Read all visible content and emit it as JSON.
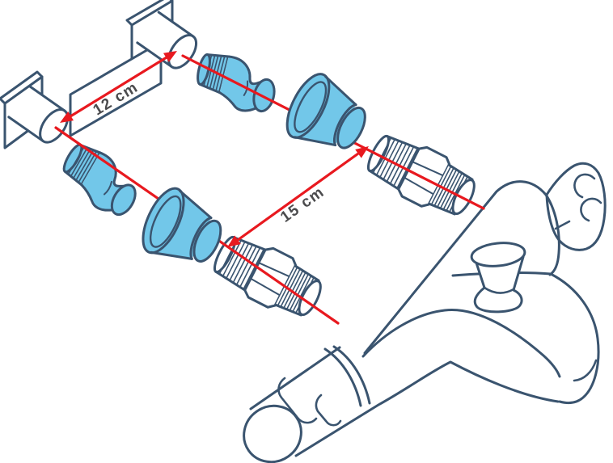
{
  "colors": {
    "outline": "#3a546f",
    "component_blue": "#72c7e9",
    "arrow_red": "#e8191f",
    "dimension_text": "#4b4b4d",
    "background": "#ffffff"
  },
  "measurements": [
    {
      "id": "wall-unions-center-distance",
      "label": "12 cm"
    },
    {
      "id": "faucet-inlets-center-distance",
      "label": "15 cm"
    }
  ],
  "components": [
    "wall-union-left",
    "wall-union-right",
    "mounting-bar",
    "eccentric-connector-top",
    "eccentric-connector-bottom",
    "cover-cap-top",
    "cover-cap-bottom",
    "inlet-fitting-top",
    "inlet-fitting-bottom",
    "thermostatic-bath-mixer-faucet"
  ]
}
